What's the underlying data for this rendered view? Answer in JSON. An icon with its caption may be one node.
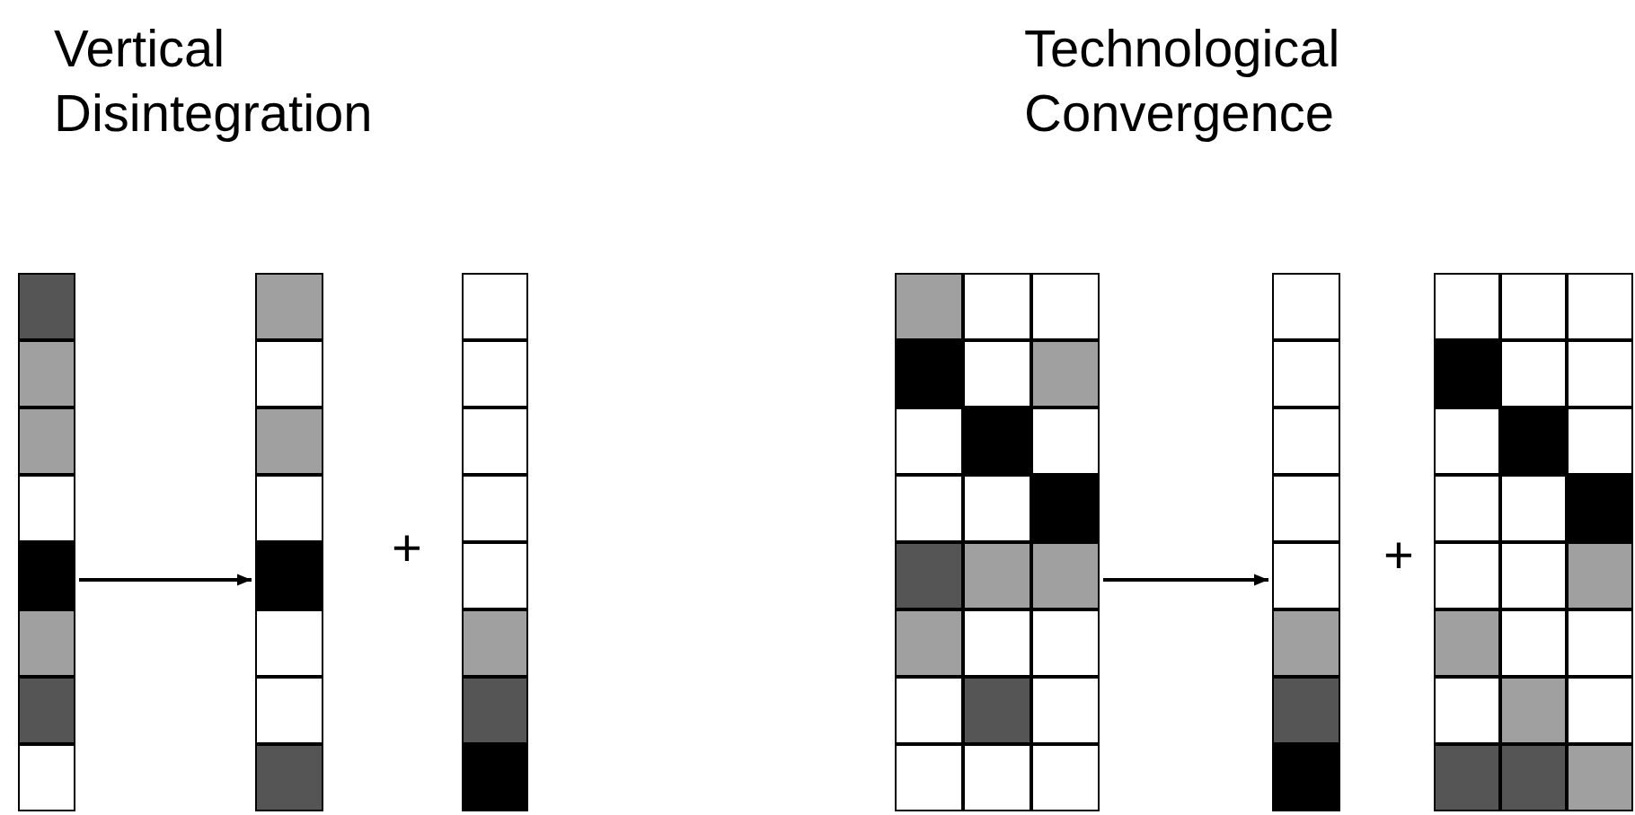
{
  "diagram": {
    "nodes": [
      {
        "text": [],
        "shape": "box"
      },
      {
        "text": [],
        "shape": "box"
      },
      {
        "text": [],
        "shape": "box"
      },
      {
        "text": [],
        "shape": "box"
      },
      {
        "text": [],
        "shape": "box"
      },
      {
        "text": [],
        "shape": "box"
      }
    ],
    "edges": [
      {
        "from": 0,
        "to": 1,
        "arrow": "to"
      },
      {
        "from": 3,
        "to": 4,
        "arrow": "to"
      }
    ],
    "labels": [
      "Vertical Disintegration",
      "Technological Convergence",
      "+",
      "+"
    ]
  }
}
